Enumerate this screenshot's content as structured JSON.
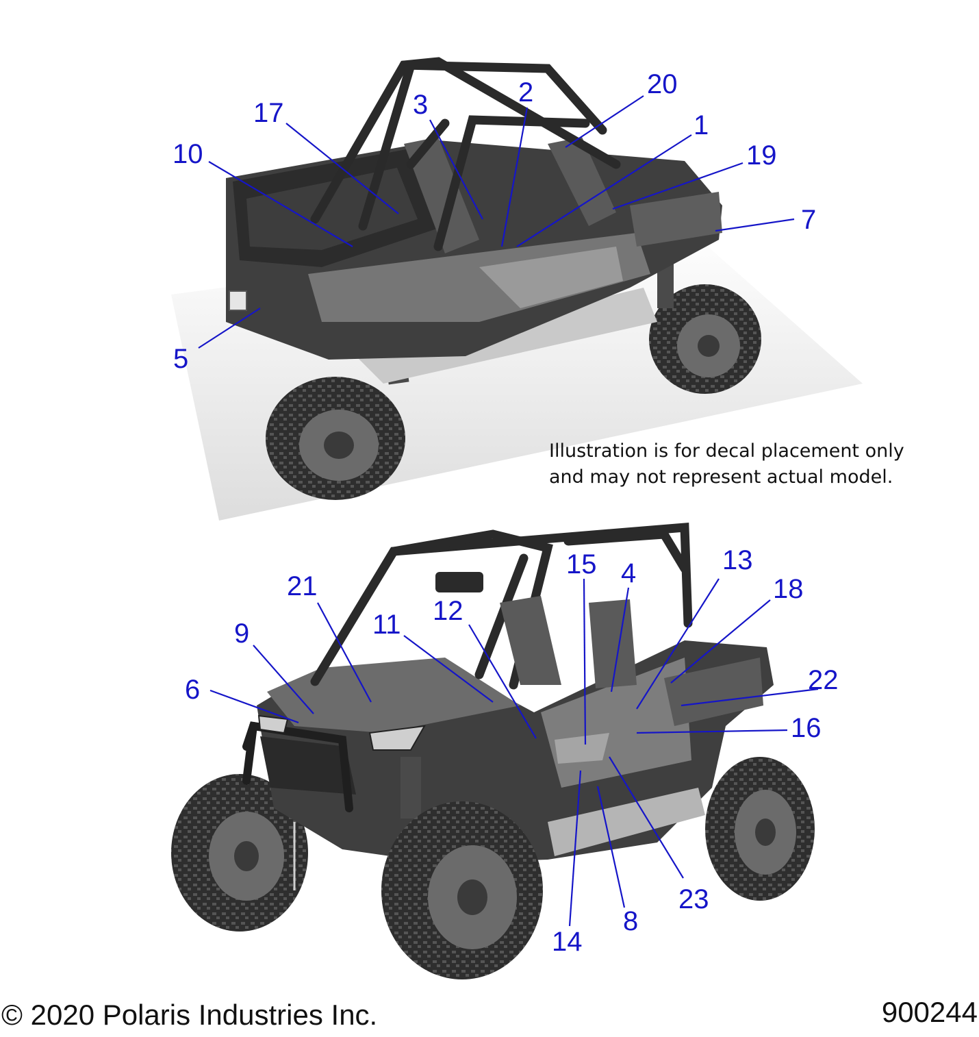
{
  "note": {
    "line1": "Illustration is for decal placement only",
    "line2": "and may not represent actual model."
  },
  "footer": {
    "copyright": "© 2020 Polaris Industries Inc.",
    "diagram_number": "900244"
  },
  "callouts_top": [
    "17",
    "10",
    "3",
    "2",
    "20",
    "1",
    "19",
    "7",
    "5"
  ],
  "callouts_bottom": [
    "21",
    "9",
    "6",
    "11",
    "12",
    "15",
    "4",
    "13",
    "18",
    "22",
    "16",
    "23",
    "8",
    "14"
  ],
  "colors": {
    "callout": "#1515c8",
    "body_dark": "#3a3a3a",
    "body_mid": "#7a7a7a",
    "tire": "#2b2b2b"
  }
}
